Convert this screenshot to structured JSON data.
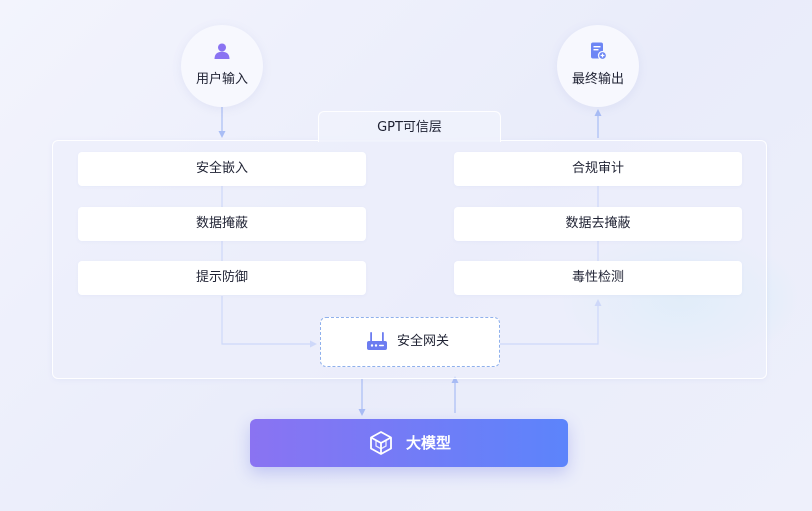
{
  "input_node": {
    "label": "用户输入",
    "icon": "user-icon"
  },
  "output_node": {
    "label": "最终输出",
    "icon": "document-icon"
  },
  "layer": {
    "title": "GPT可信层"
  },
  "left_steps": [
    "安全嵌入",
    "数据掩蔽",
    "提示防御"
  ],
  "right_steps": [
    "合规审计",
    "数据去掩蔽",
    "毒性检测"
  ],
  "gateway": {
    "label": "安全网关",
    "icon": "router-icon"
  },
  "model": {
    "label": "大模型",
    "icon": "cube-icon"
  },
  "colors": {
    "accent": "#5c84fb",
    "accent_purple": "#8a73f2",
    "connector": "#a9bdf5",
    "background": "#eef0fb"
  }
}
